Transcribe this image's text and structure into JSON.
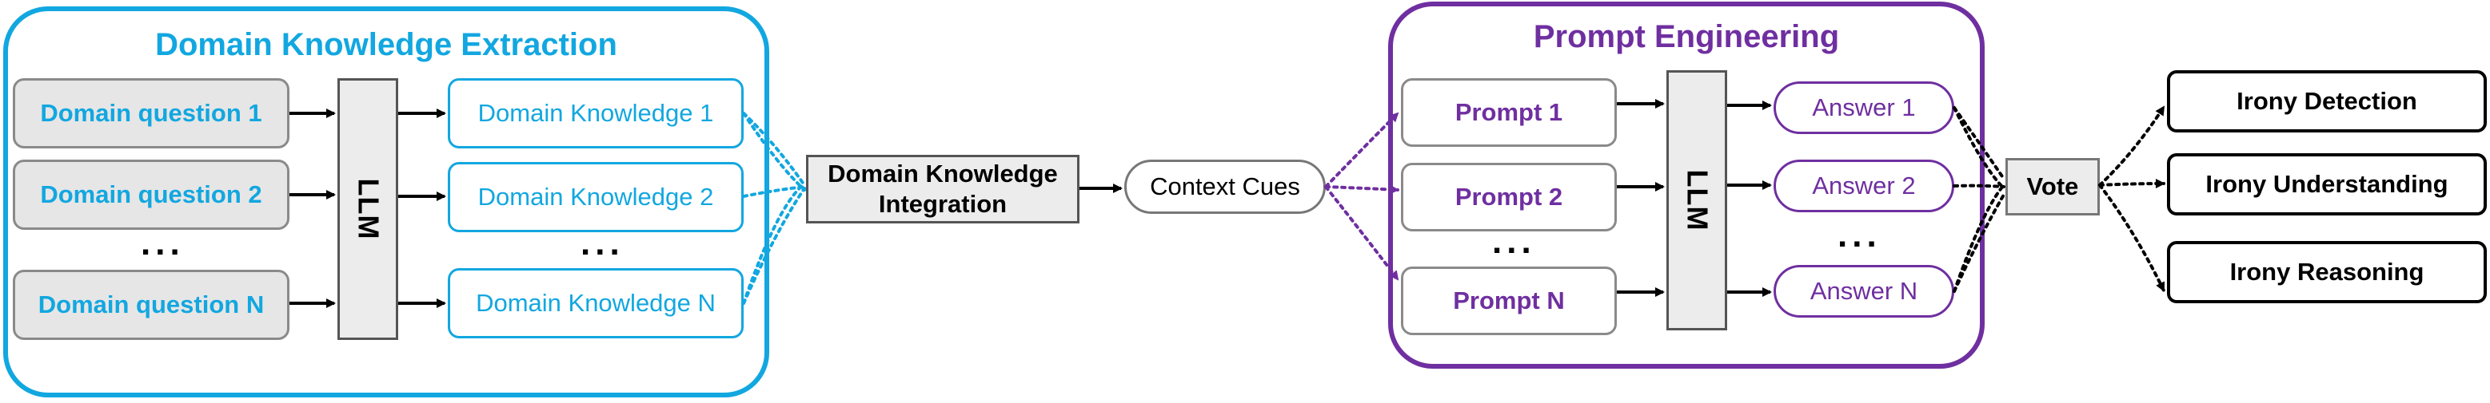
{
  "domain_panel": {
    "title": "Domain Knowledge Extraction",
    "questions": [
      "Domain question 1",
      "Domain question 2",
      "Domain question N"
    ],
    "knowledge": [
      "Domain Knowledge 1",
      "Domain Knowledge 2",
      "Domain Knowledge N"
    ],
    "llm_label": "LLM",
    "ellipsis": "...",
    "color": "#12a7e0"
  },
  "integration": {
    "line1": "Domain Knowledge",
    "line2": "Integration"
  },
  "context_cues": "Context Cues",
  "prompt_panel": {
    "title": "Prompt Engineering",
    "prompts": [
      "Prompt 1",
      "Prompt 2",
      "Prompt N"
    ],
    "answers": [
      "Answer 1",
      "Answer 2",
      "Answer N"
    ],
    "llm_label": "LLM",
    "ellipsis": "...",
    "color": "#6f2fa0"
  },
  "vote": "Vote",
  "outputs": [
    "Irony Detection",
    "Irony Understanding",
    "Irony Reasoning"
  ]
}
